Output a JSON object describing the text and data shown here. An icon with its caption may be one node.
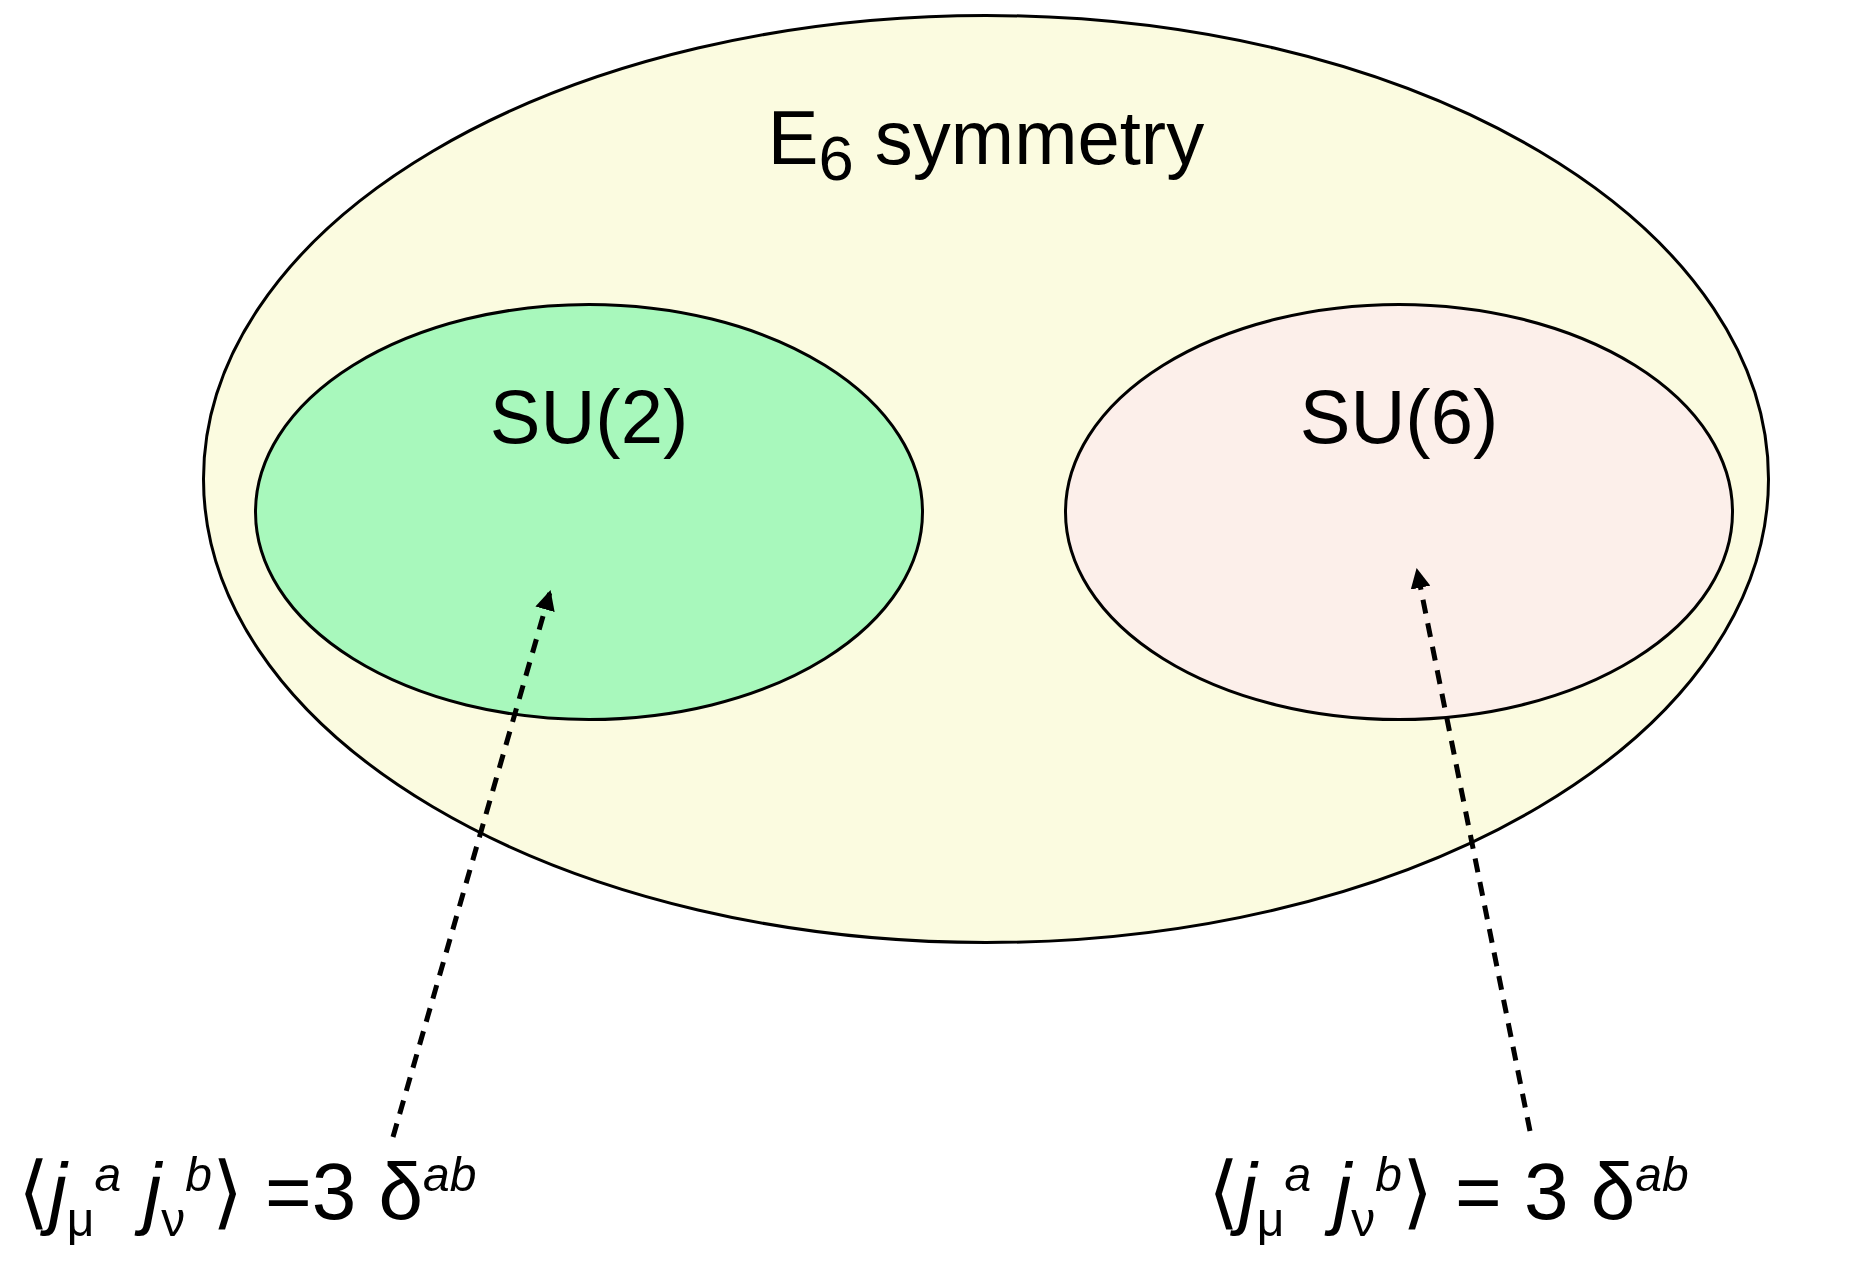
{
  "diagram": {
    "nodes": [
      {
        "text": [
          "E$_{6}$ symmetry"
        ]
      },
      {
        "text": [
          "SU(2)"
        ],
        "in": 0
      },
      {
        "text": [
          "SU(6)"
        ],
        "in": 0
      },
      {
        "text": [
          "⟨*j*$_{μ}$$^{a}$ *j*$_{ν}$$^{b}$⟩ =3 δ$^{ab}$"
        ]
      },
      {
        "text": [
          "⟨*j*$_{μ}$$^{a}$ *j*$_{ν}$$^{b}$⟩ = 3 δ$^{ab}$"
        ]
      }
    ],
    "edges": [
      {
        "from": 3,
        "to": 1,
        "arrow": "to",
        "style": "dashed"
      },
      {
        "from": 4,
        "to": 2,
        "arrow": "to",
        "style": "dashed"
      }
    ]
  }
}
